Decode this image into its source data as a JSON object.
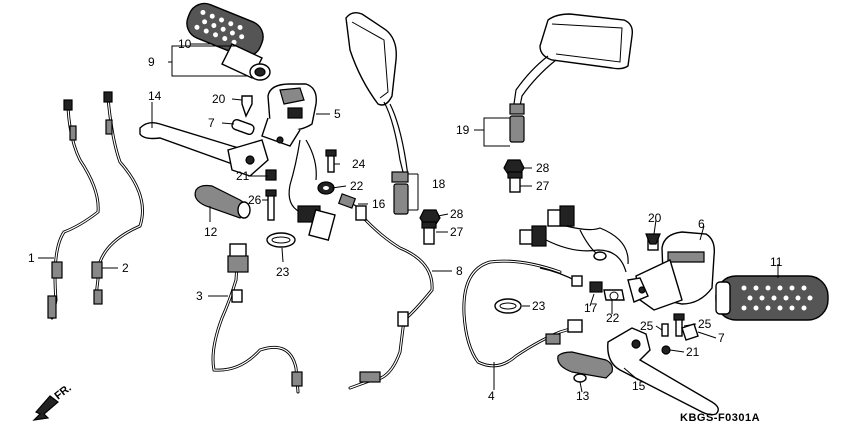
{
  "diagram_code": "KBGS-F0301A",
  "direction_label": "FR.",
  "callouts": [
    {
      "id": "c1",
      "num": "1"
    },
    {
      "id": "c2",
      "num": "2"
    },
    {
      "id": "c3",
      "num": "3"
    },
    {
      "id": "c4",
      "num": "4"
    },
    {
      "id": "c5",
      "num": "5"
    },
    {
      "id": "c6",
      "num": "6"
    },
    {
      "id": "c7a",
      "num": "7"
    },
    {
      "id": "c7b",
      "num": "7"
    },
    {
      "id": "c8",
      "num": "8"
    },
    {
      "id": "c9",
      "num": "9"
    },
    {
      "id": "c10",
      "num": "10"
    },
    {
      "id": "c11",
      "num": "11"
    },
    {
      "id": "c12",
      "num": "12"
    },
    {
      "id": "c13",
      "num": "13"
    },
    {
      "id": "c14",
      "num": "14"
    },
    {
      "id": "c15",
      "num": "15"
    },
    {
      "id": "c16",
      "num": "16"
    },
    {
      "id": "c17",
      "num": "17"
    },
    {
      "id": "c18",
      "num": "18"
    },
    {
      "id": "c19",
      "num": "19"
    },
    {
      "id": "c20a",
      "num": "20"
    },
    {
      "id": "c20b",
      "num": "20"
    },
    {
      "id": "c21a",
      "num": "21"
    },
    {
      "id": "c21b",
      "num": "21"
    },
    {
      "id": "c22a",
      "num": "22"
    },
    {
      "id": "c22b",
      "num": "22"
    },
    {
      "id": "c23a",
      "num": "23"
    },
    {
      "id": "c23b",
      "num": "23"
    },
    {
      "id": "c24",
      "num": "24"
    },
    {
      "id": "c25a",
      "num": "25"
    },
    {
      "id": "c25b",
      "num": "25"
    },
    {
      "id": "c26",
      "num": "26"
    },
    {
      "id": "c27a",
      "num": "27"
    },
    {
      "id": "c27b",
      "num": "27"
    },
    {
      "id": "c28a",
      "num": "28"
    },
    {
      "id": "c28b",
      "num": "28"
    }
  ]
}
